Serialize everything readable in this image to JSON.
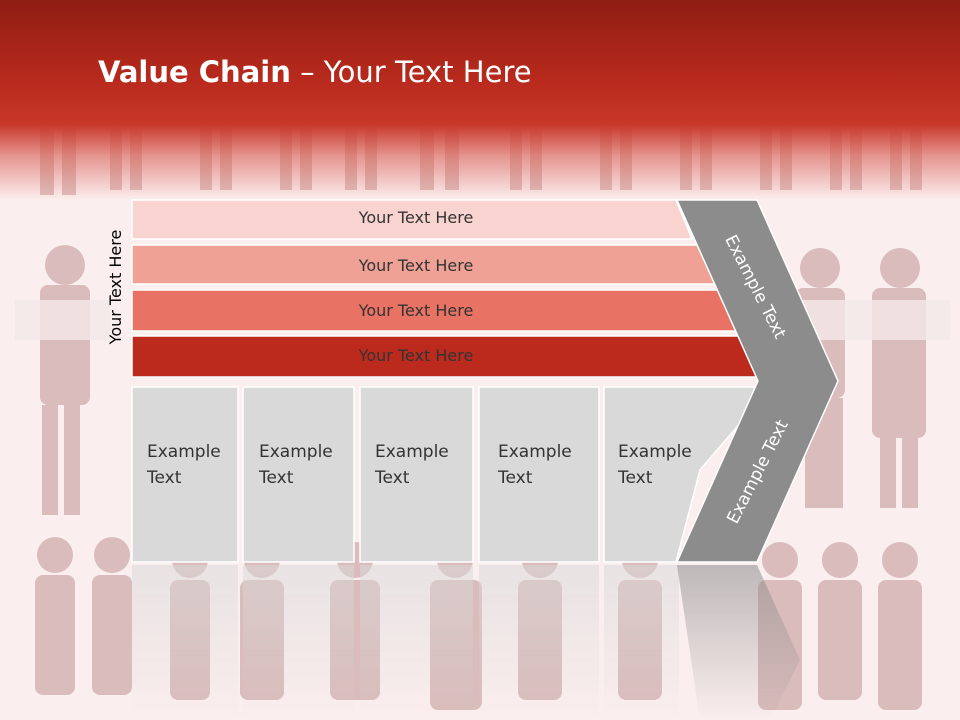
{
  "title": {
    "bold": "Value Chain",
    "rest": " – Your Text Here"
  },
  "side_label": "Your Text Here",
  "rows": [
    "Your Text Here",
    "Your Text Here",
    "Your Text Here",
    "Your Text Here"
  ],
  "boxes": [
    {
      "line1": "Example",
      "line2": "Text"
    },
    {
      "line1": "Example",
      "line2": "Text"
    },
    {
      "line1": "Example",
      "line2": "Text"
    },
    {
      "line1": "Example",
      "line2": "Text"
    },
    {
      "line1": "Example",
      "line2": "Text"
    }
  ],
  "chevron_top": "Example Text",
  "chevron_bottom": "Example Text",
  "colors": {
    "row1": "#f8d3cf",
    "row2": "#f0a196",
    "row3": "#e87364",
    "row4": "#bb2a1d",
    "box": "#d9d9d9",
    "chevron": "#8c8c8c"
  }
}
